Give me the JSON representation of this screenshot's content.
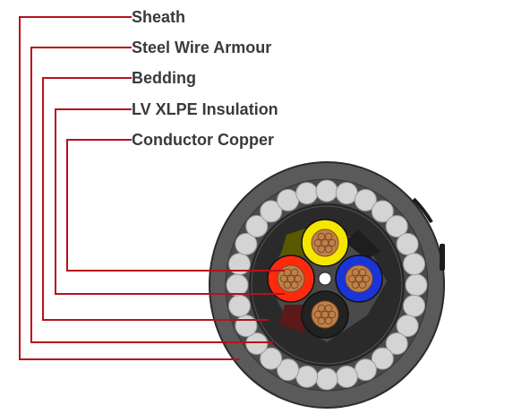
{
  "labels": {
    "sheath": "Sheath",
    "armour": "Steel Wire Armour",
    "bedding": "Bedding",
    "insulation": "LV XLPE Insulation",
    "conductor": "Conductor Copper"
  },
  "colors": {
    "leader": "#b5121b",
    "sheath": "#5b5b5b",
    "bedding": "#3a3a3a",
    "wire": "#d4d4d4",
    "core_yellow": "#f4e600",
    "core_blue": "#1b34d8",
    "core_red": "#ff2a0d",
    "core_black": "#222222",
    "copper": "#c0804a"
  }
}
